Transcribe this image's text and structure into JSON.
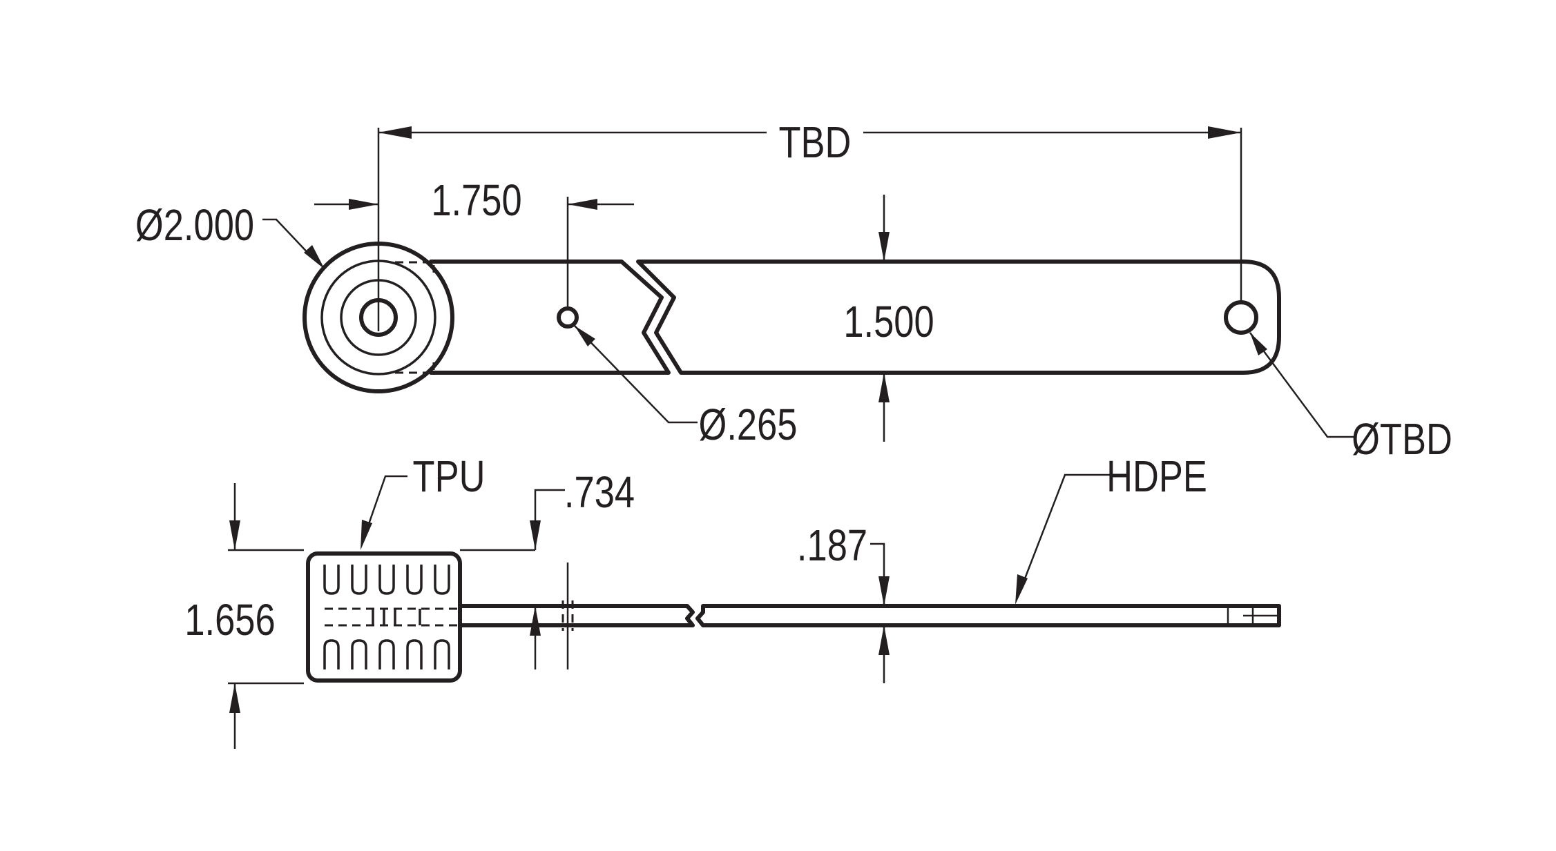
{
  "labels": {
    "overall_length": "TBD",
    "hub_diameter": "Ø2.000",
    "hole_offset": "1.750",
    "strap_width": "1.500",
    "small_hole_diameter": "Ø.265",
    "end_hole_diameter": "ØTBD",
    "hub_material": "TPU",
    "strap_material": "HDPE",
    "hub_thickness": "1.656",
    "strap_thickness": ".187",
    "neck_offset": ".734"
  },
  "colors": {
    "line": "#231f20",
    "background": "#ffffff"
  }
}
